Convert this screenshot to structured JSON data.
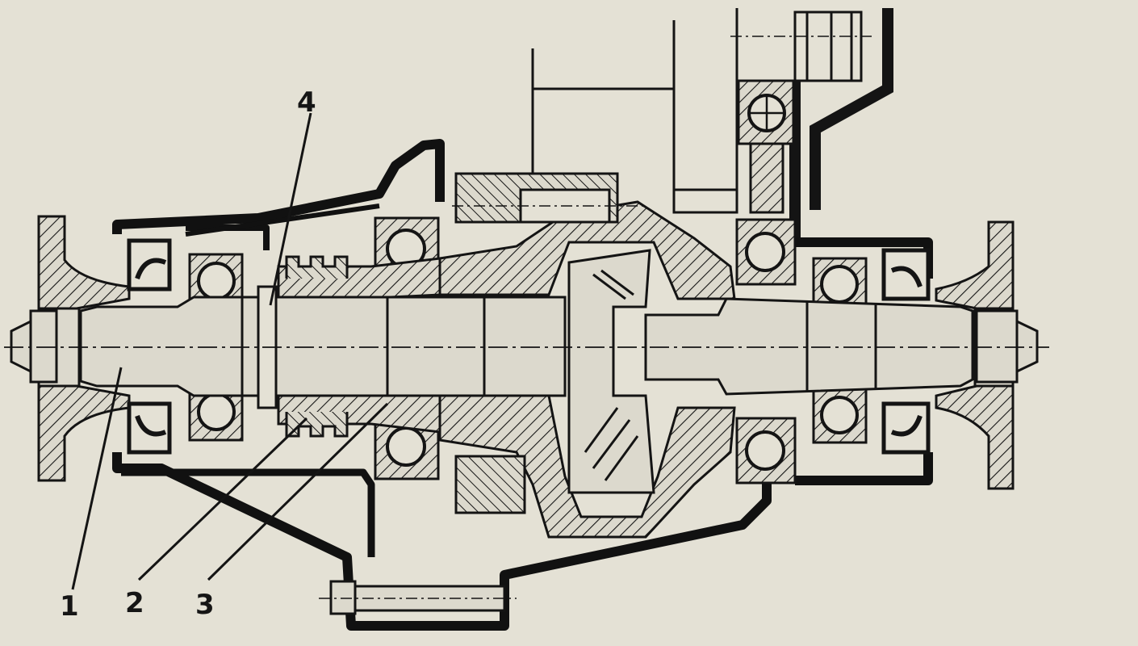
{
  "diagram": {
    "callouts": [
      {
        "id": "1",
        "label": "1"
      },
      {
        "id": "2",
        "label": "2"
      },
      {
        "id": "3",
        "label": "3"
      },
      {
        "id": "4",
        "label": "4"
      }
    ],
    "colors": {
      "paper": "#e4e1d5",
      "ink": "#141414",
      "part_fill": "#dcd9cd"
    }
  }
}
